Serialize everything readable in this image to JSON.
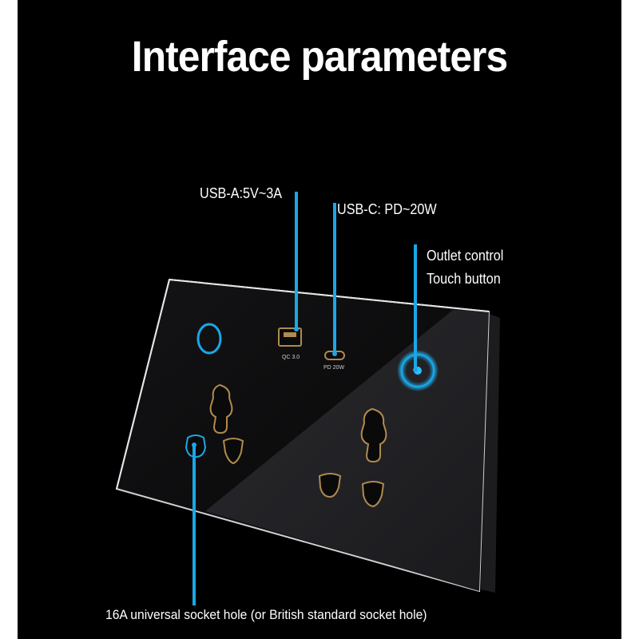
{
  "title": "Interface parameters",
  "labels": {
    "usb_a": "USB-A:5V~3A",
    "usb_c": "USB-C: PD~20W",
    "outlet_line1": "Outlet control",
    "outlet_line2": "Touch button",
    "socket": "16A universal socket hole (or British standard socket hole)"
  },
  "port_marks": {
    "usb_a": "QC 3.0",
    "usb_c": "PD 20W"
  },
  "colors": {
    "background": "#000000",
    "accent_blue": "#1aa7e6",
    "panel": "#0d0d0f",
    "gold": "#b08a4e"
  }
}
